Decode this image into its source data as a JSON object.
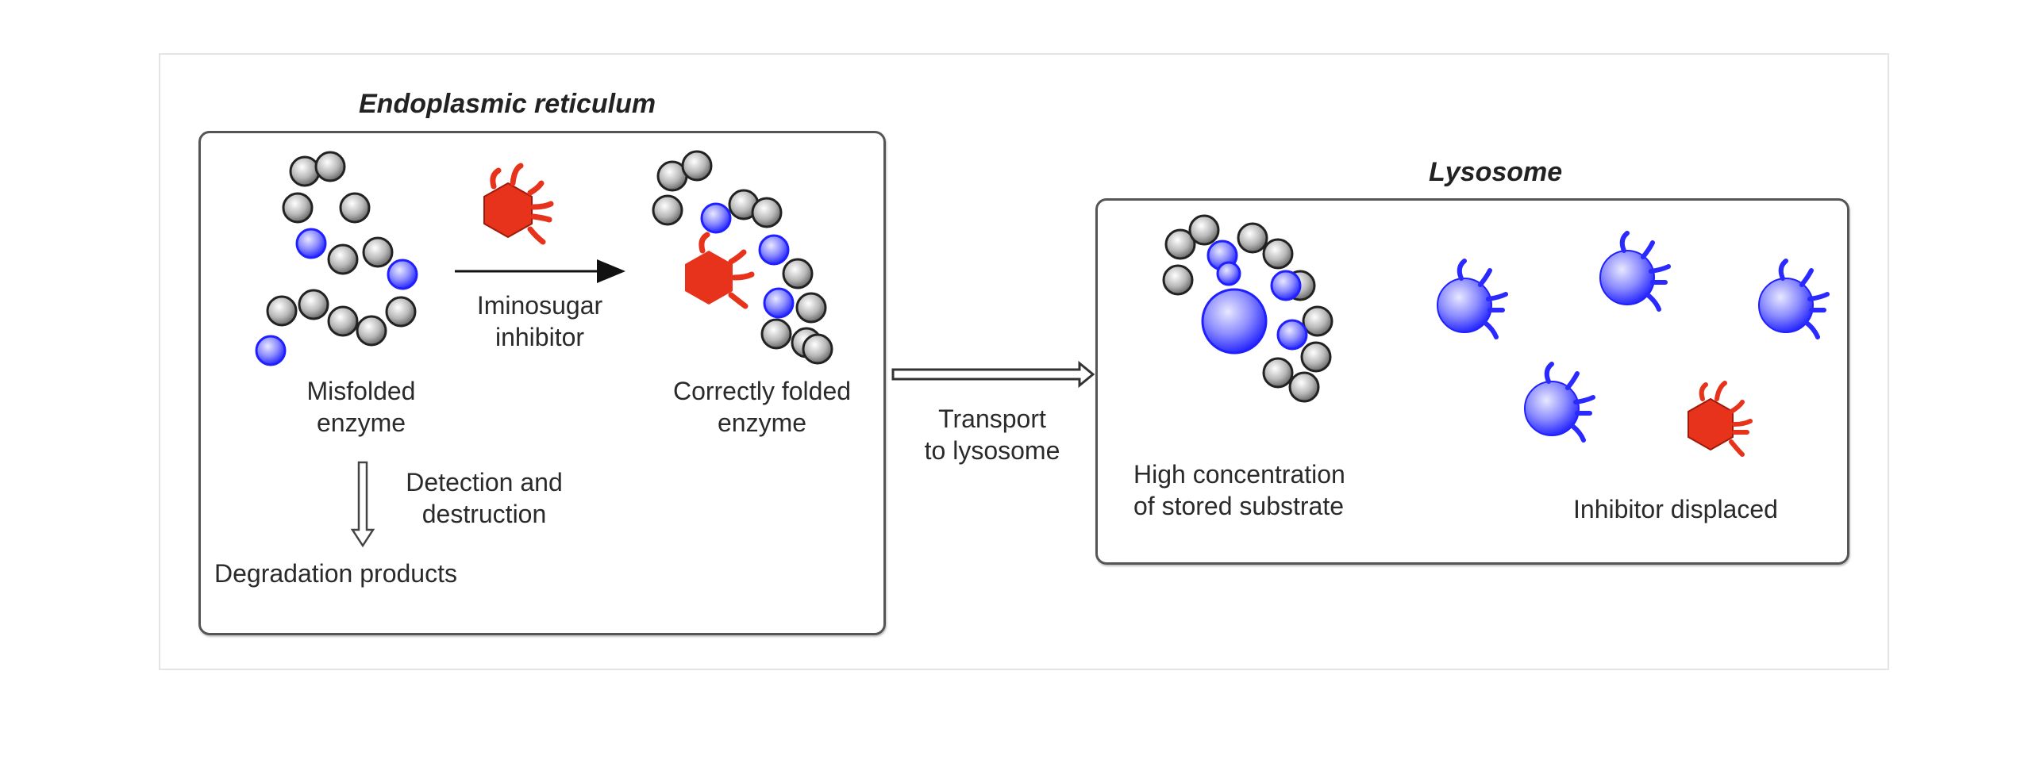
{
  "figure": {
    "er_title": "Endoplasmic reticulum",
    "lysosome_title": "Lysosome",
    "labels": {
      "misfolded": [
        "Misfolded",
        "enzyme"
      ],
      "inhibitor": [
        "Iminosugar",
        "inhibitor"
      ],
      "correctly_folded": [
        "Correctly folded",
        "enzyme"
      ],
      "detection": [
        "Detection and",
        "destruction"
      ],
      "degradation": "Degradation products",
      "transport": [
        "Transport",
        "to lysosome"
      ],
      "stored_substrate": [
        "High concentration",
        "of stored substrate"
      ],
      "inhibitor_displaced": "Inhibitor displaced"
    },
    "colors": {
      "grey_bead": "#9a9a9a",
      "blue_bead": "#3a3aff",
      "inhibitor_red": "#e8331c",
      "panel_border": "#555555"
    }
  }
}
